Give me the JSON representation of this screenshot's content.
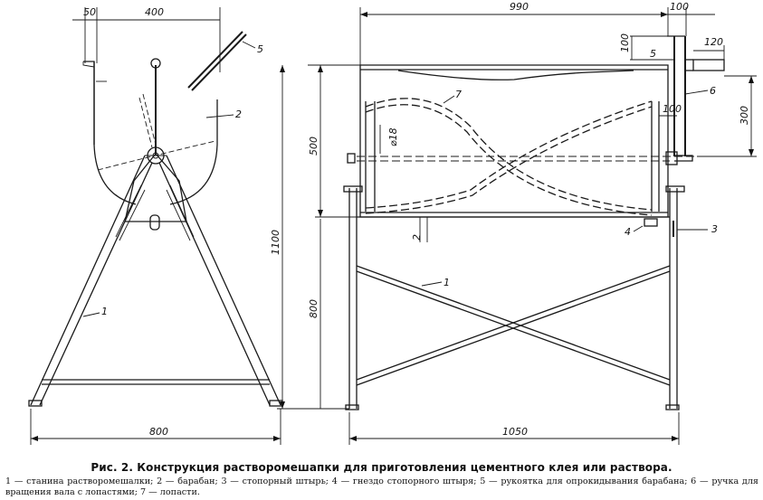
{
  "dimensions": {
    "left_top_50": "50",
    "left_top_400": "400",
    "left_height_1100": "1100",
    "left_bottom_800": "800",
    "right_top_990": "990",
    "right_top_100": "100",
    "right_100_handle": "100",
    "right_120": "120",
    "right_300": "300",
    "right_100_inner": "100",
    "right_500": "500",
    "right_diam_18": "⌀18",
    "right_800": "800",
    "right_2": "2",
    "right_5": "5",
    "right_bottom_1050": "1050"
  },
  "callouts": {
    "frame_left": "1",
    "drum_left": "2",
    "handle_left": "5",
    "frame_right": "1",
    "handle_right": "6",
    "blades": "7",
    "pin": "3",
    "socket": "4"
  },
  "caption": "Рис. 2. Конструкция растворомешапки для приготовления цементного клея или раствора.",
  "legend": "1 — станина растворомешалки; 2 — барабан; 3 — стопорный штырь; 4 — гнездо стопорного штыря; 5 — рукоятка для опрокидывания барабана; 6 — ручка для вращения вала с лопастями; 7 — лопасти."
}
